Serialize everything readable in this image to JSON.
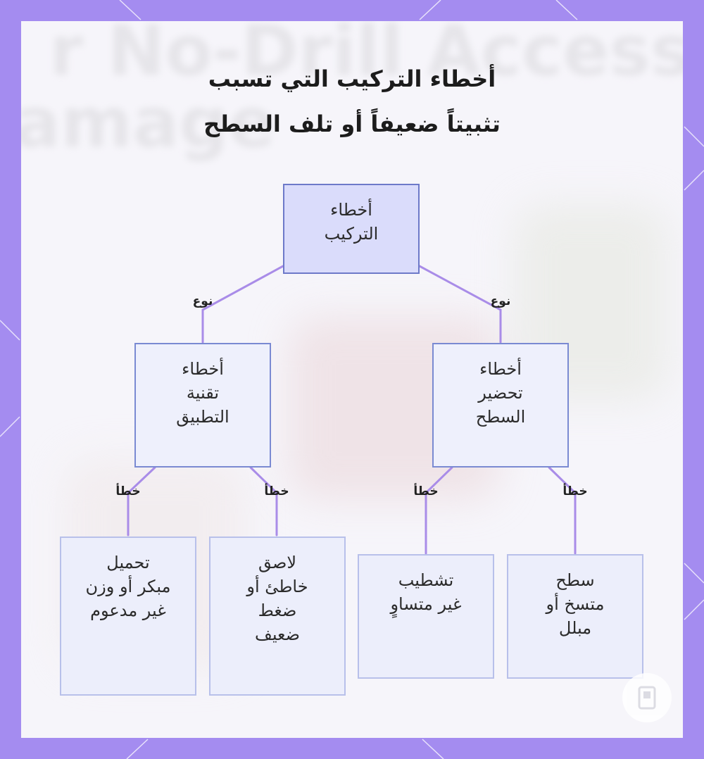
{
  "title": {
    "line1": "أخطاء التركيب التي تسبب",
    "line2": "تثبيتاً ضعيفاً أو تلف السطح"
  },
  "background_text": {
    "line1": "r No-Drill Accesso",
    "line2": "amage"
  },
  "nodes": {
    "root": [
      "أخطاء",
      "التركيب"
    ],
    "application": [
      "أخطاء",
      "تقنية",
      "التطبيق"
    ],
    "surface": [
      "أخطاء",
      "تحضير",
      "السطح"
    ],
    "leaf_early_load": [
      "تحميل",
      "مبكر أو وزن",
      "غير مدعوم"
    ],
    "leaf_wrong_adhesive": [
      "لاصق",
      "خاطئ أو",
      "ضغط",
      "ضعيف"
    ],
    "leaf_uneven_finish": [
      "تشطيب",
      "غير متساوٍ"
    ],
    "leaf_dirty_surface": [
      "سطح",
      "متسخ أو",
      "مبلل"
    ]
  },
  "edge_labels": {
    "type_left": "نوع",
    "type_right": "نوع",
    "error_1": "خطأ",
    "error_2": "خطأ",
    "error_3": "خطأ",
    "error_4": "خطأ"
  },
  "colors": {
    "frame": "#a48cf0",
    "panel": "#f6f5fa",
    "edge": "#a98ce8",
    "root_fill": "#dadcfb",
    "root_border": "#6d79c9",
    "node_fill": "#eef0fc",
    "leaf_fill": "#eceefb"
  }
}
